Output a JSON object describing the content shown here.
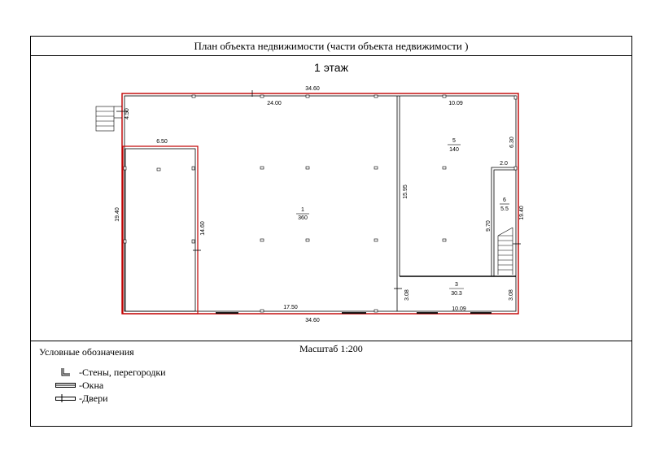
{
  "header": {
    "title": "План объекта недвижимости (части объекта недвижимости )",
    "floor": "1 этаж"
  },
  "dimensions": {
    "top_total": "34.60",
    "bottom_total": "34.60",
    "top_left_hall": "24.00",
    "top_right": "10.09",
    "bottom_mid": "17.50",
    "bottom_right": "10.09",
    "left_height": "19.40",
    "right_height": "19.40",
    "stair_offset": "4.50",
    "left_room_width": "6.50",
    "left_room_height": "14.60",
    "partition_height": "15.95",
    "room5_height": "6.30",
    "room6_width": "2.0",
    "room6_height": "9.70",
    "room3_height_left": "3.08",
    "room3_height_right": "3.08"
  },
  "rooms": [
    {
      "number": "1",
      "area": "360"
    },
    {
      "number": "5",
      "area": "140"
    },
    {
      "number": "6",
      "area": "5.5"
    },
    {
      "number": "3",
      "area": "30.3"
    }
  ],
  "legend": {
    "title": "Условные обозначения",
    "scale": "Масштаб 1:200",
    "items": [
      {
        "icon": "walls-icon",
        "label": "-Стены, перегородки"
      },
      {
        "icon": "windows-icon",
        "label": "-Окна"
      },
      {
        "icon": "doors-icon",
        "label": "-Двери"
      }
    ]
  },
  "colors": {
    "wall_outline": "#c00000",
    "lines": "#000000"
  }
}
